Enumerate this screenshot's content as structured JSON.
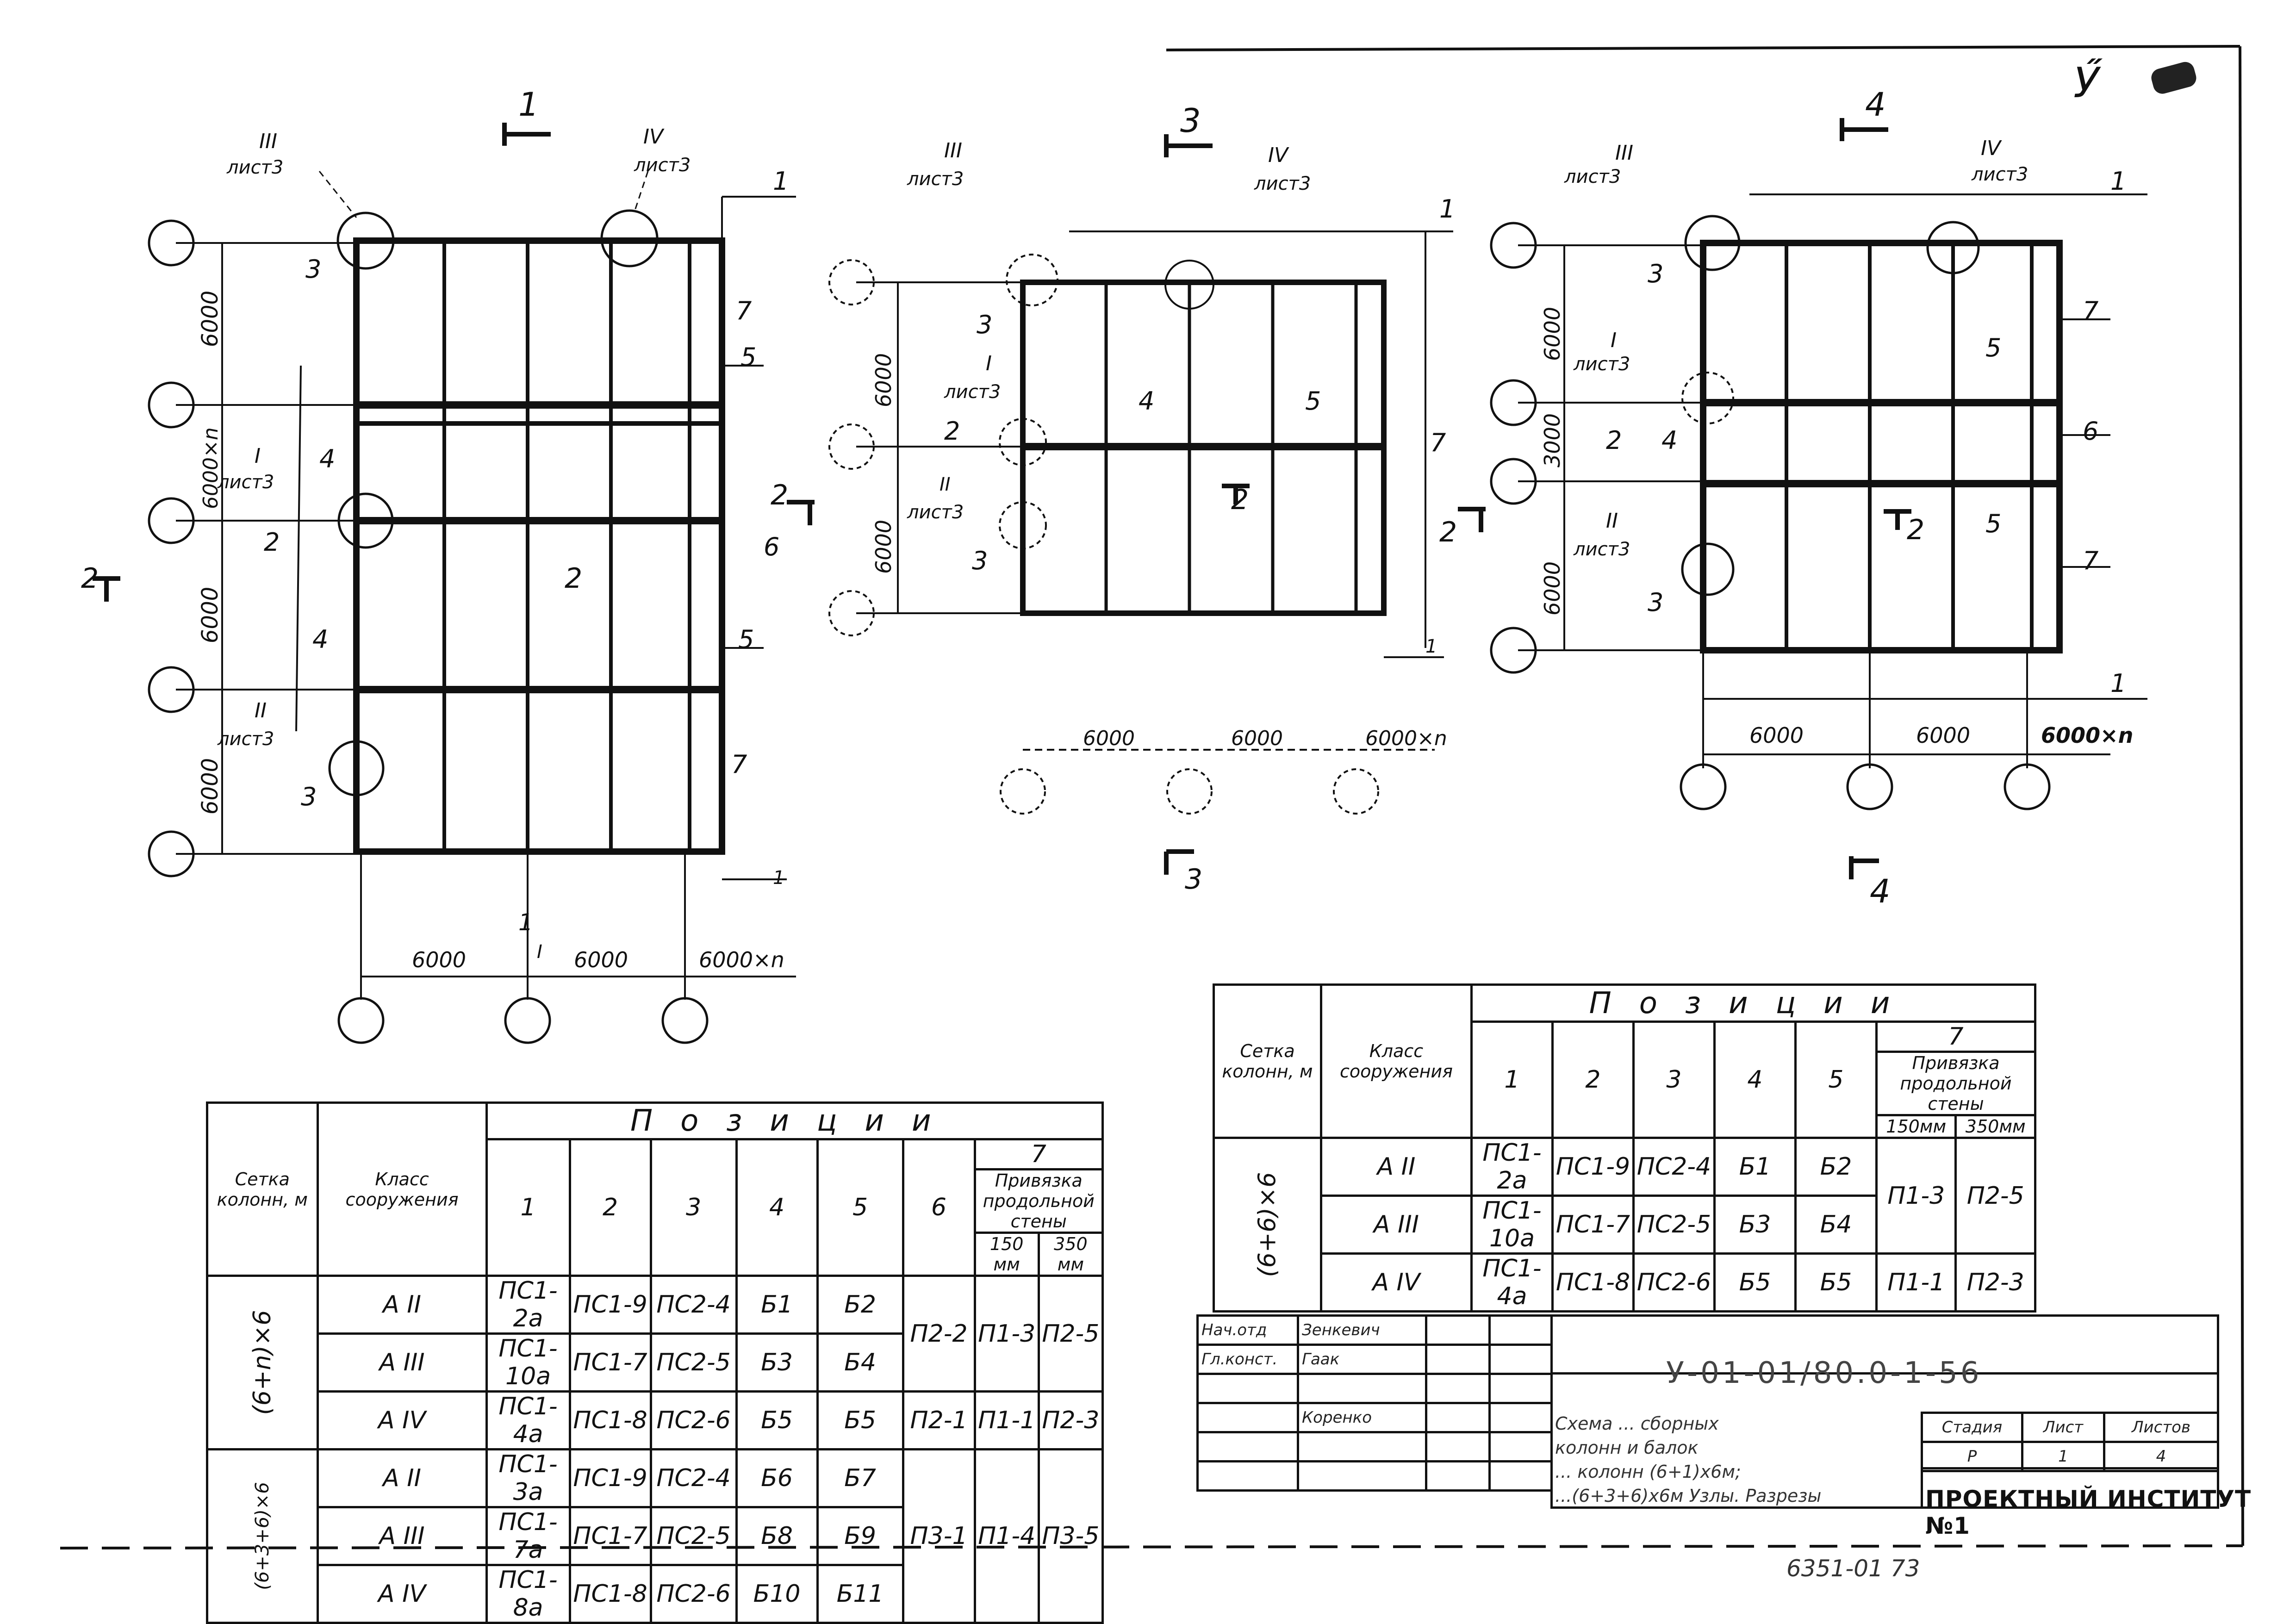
{
  "sheet": {
    "sheet_mark": "Ӳ",
    "doc_code": "У-01-01/80.0-1-56",
    "title_lines": [
      "Схема ... сборных",
      "колонн и балок",
      "... колонн (6+1)х6м;",
      "...(6+3+6)х6м Узлы. Разрезы"
    ],
    "stage_label": "Стадия",
    "sheet_label": "Лист",
    "sheets_label": "Листов",
    "stage": "Р",
    "sheet_no": "1",
    "sheets_total": "4",
    "org": "ПРОЕКТНЫЙ ИНСТИТУТ №1",
    "bottom_number": "6351-01  73"
  },
  "signatures": [
    {
      "role": "Нач.отд",
      "name": "Зенкевич"
    },
    {
      "role": "Гл.конст.",
      "name": "Гаак"
    },
    {
      "role": "",
      "name": ""
    },
    {
      "role": "",
      "name": "Коренко"
    },
    {
      "role": "",
      "name": ""
    },
    {
      "role": "",
      "name": ""
    }
  ],
  "plans": [
    {
      "section_marks": [
        "1",
        "1",
        "2",
        "2",
        "2"
      ],
      "dims_vertical": [
        "6000",
        "6000×n",
        "6000",
        "6000"
      ],
      "dims_horizontal": [
        "6000",
        "6000",
        "6000×n"
      ],
      "callouts": [
        {
          "num": "III",
          "ref": "лист3"
        },
        {
          "num": "IV",
          "ref": "лист3"
        },
        {
          "num": "I",
          "ref": "лист3"
        },
        {
          "num": "II",
          "ref": "лист3"
        }
      ],
      "positions": [
        "1",
        "3",
        "7",
        "5",
        "4",
        "2",
        "6",
        "4",
        "5",
        "7",
        "3",
        "1",
        "I"
      ]
    },
    {
      "section_marks": [
        "3",
        "3",
        "2",
        "2"
      ],
      "dims_vertical": [
        "6000",
        "6000"
      ],
      "dims_horizontal": [
        "6000",
        "6000",
        "6000×n"
      ],
      "callouts": [
        {
          "num": "III",
          "ref": "лист3"
        },
        {
          "num": "IV",
          "ref": "лист3"
        },
        {
          "num": "I",
          "ref": "лист3"
        },
        {
          "num": "II",
          "ref": "лист3"
        }
      ],
      "positions": [
        "1",
        "3",
        "2",
        "4",
        "5",
        "7",
        "3",
        "1"
      ]
    },
    {
      "section_marks": [
        "4",
        "4",
        "2"
      ],
      "dims_vertical": [
        "6000",
        "3000",
        "6000"
      ],
      "dims_horizontal": [
        "6000",
        "6000",
        "6000×n"
      ],
      "callouts": [
        {
          "num": "III",
          "ref": "лист3"
        },
        {
          "num": "IV",
          "ref": "лист3"
        },
        {
          "num": "I",
          "ref": "лист3"
        },
        {
          "num": "II",
          "ref": "лист3"
        }
      ],
      "positions": [
        "1",
        "3",
        "7",
        "5",
        "2",
        "4",
        "6",
        "5",
        "7",
        "3",
        "1"
      ]
    }
  ],
  "table_left": {
    "headers": {
      "grid": "Сетка колонн, м",
      "class": "Класс сооружения",
      "positions": "Позиции",
      "cols": [
        "1",
        "2",
        "3",
        "4",
        "5",
        "6",
        "7"
      ],
      "col7_sub": "Привязка продольной стены",
      "col7_a": "150 мм",
      "col7_b": "350 мм"
    },
    "groups": [
      {
        "grid": "(6+n)×6",
        "rows": [
          {
            "cls": "А II",
            "p1": "ПС1-2а",
            "p2": "ПС1-9",
            "p3": "ПС2-4",
            "p4": "Б1",
            "p5": "Б2"
          },
          {
            "cls": "А III",
            "p1": "ПС1-10а",
            "p2": "ПС1-7",
            "p3": "ПС2-5",
            "p4": "Б3",
            "p5": "Б4"
          },
          {
            "cls": "А IV",
            "p1": "ПС1-4а",
            "p2": "ПС1-8",
            "p3": "ПС2-6",
            "p4": "Б5",
            "p5": "Б5"
          }
        ],
        "p6": [
          "П2-2",
          "П2-1"
        ],
        "p7a": [
          "П1-3",
          "П1-1"
        ],
        "p7b": [
          "П2-5",
          "П2-3"
        ]
      },
      {
        "grid": "(6+3+6)×6",
        "rows": [
          {
            "cls": "А II",
            "p1": "ПС1-3а",
            "p2": "ПС1-9",
            "p3": "ПС2-4",
            "p4": "Б6",
            "p5": "Б7"
          },
          {
            "cls": "А III",
            "p1": "ПС1-7а",
            "p2": "ПС1-7",
            "p3": "ПС2-5",
            "p4": "Б8",
            "p5": "Б9"
          },
          {
            "cls": "А IV",
            "p1": "ПС1-8а",
            "p2": "ПС1-8",
            "p3": "ПС2-6",
            "p4": "Б10",
            "p5": "Б11"
          }
        ],
        "p6": [
          "П3-1"
        ],
        "p7a": [
          "П1-4"
        ],
        "p7b": [
          "П3-5"
        ]
      }
    ]
  },
  "table_right": {
    "headers": {
      "grid": "Сетка колонн, м",
      "class": "Класс сооружения",
      "positions": "Позиции",
      "cols": [
        "1",
        "2",
        "3",
        "4",
        "5",
        "7"
      ],
      "col7_sub": "Привязка продольной стены",
      "col7_a": "150мм",
      "col7_b": "350мм"
    },
    "grid": "(6+6)×6",
    "rows": [
      {
        "cls": "А II",
        "p1": "ПС1-2а",
        "p2": "ПС1-9",
        "p3": "ПС2-4",
        "p4": "Б1",
        "p5": "Б2"
      },
      {
        "cls": "А III",
        "p1": "ПС1-10а",
        "p2": "ПС1-7",
        "p3": "ПС2-5",
        "p4": "Б3",
        "p5": "Б4"
      },
      {
        "cls": "А IV",
        "p1": "ПС1-4а",
        "p2": "ПС1-8",
        "p3": "ПС2-6",
        "p4": "Б5",
        "p5": "Б5"
      }
    ],
    "p7a": [
      "П1-3",
      "П1-1"
    ],
    "p7b": [
      "П2-5",
      "П2-3"
    ]
  }
}
